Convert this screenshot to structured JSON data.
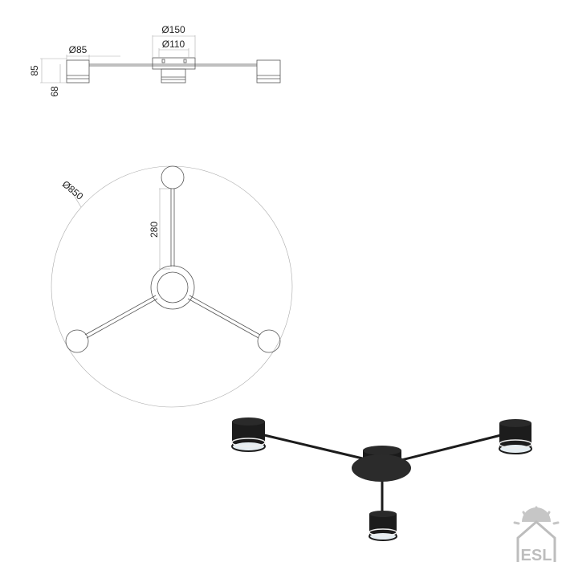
{
  "drawing": {
    "side_view": {
      "dim_canopy_outer": "Ø150",
      "dim_canopy_inner": "Ø110",
      "dim_lamp_diameter": "Ø85",
      "dim_total_height": "85",
      "dim_lamp_height": "68"
    },
    "plan_view": {
      "dim_overall_diameter": "Ø850",
      "dim_arm_length": "280"
    },
    "logo": {
      "text": "ESL"
    },
    "colors": {
      "product": "#1c1c1c",
      "line": "#555555",
      "lens": "#e6eef2"
    }
  }
}
